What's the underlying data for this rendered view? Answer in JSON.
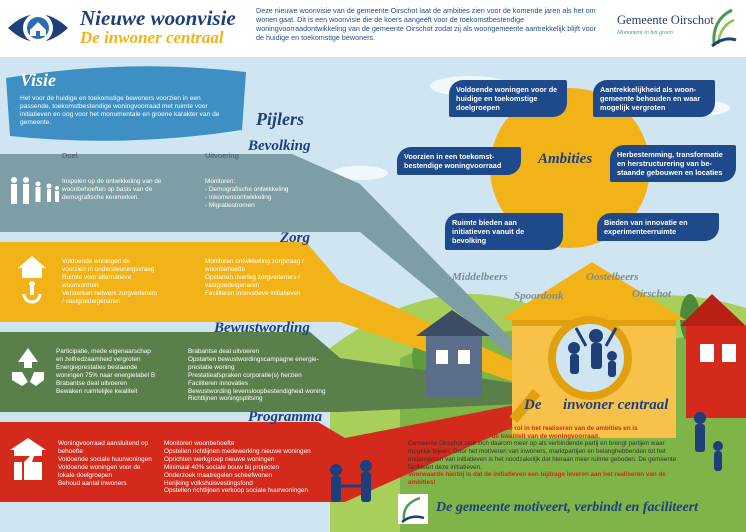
{
  "header": {
    "title_line1": "Nieuwe woonvisie",
    "title_line2": "De inwoner centraal",
    "intro": "Deze nieuwe woonvisie van de gemeente Oirschot laat de ambities zien voor de komende jaren als het om wonen gaat. Dit is een woonvisie die de koers aangeeft voor de toekomstbestendige woningvoorraadontwikkeling van de gemeente Oirschot zodat zij als woongemeente aantrekkelijk blijft voor de huidige en toekomstige bewoners.",
    "municipality": "Gemeente Oirschot",
    "municipality_tagline": "Monument in het groen"
  },
  "visie": {
    "title": "Visie",
    "text": "Het voor de huidige en toekomstige bewoners voorzien in een passende, toekomstbestendige woningvoorraad met ruimte voor initiatieven en oog voor het monumentale en groene karakter van de gemeente."
  },
  "pijlers_title": "Pijlers",
  "columns": {
    "doel": "Doel",
    "uitvoering": "Uitvoering"
  },
  "bands": [
    {
      "title": "Bevolking",
      "color": "#7c9ea4",
      "doel": "Inspelen op de ontwikkeling van de woonbehoeften op basis van de demografische kenmerken.",
      "uitvoering": [
        "Monitoren:",
        "- Demografische ontwikkeling",
        "- Inkomensontwikkeling",
        "- Migratiestromen"
      ]
    },
    {
      "title": "Zorg",
      "color": "#f2b318",
      "doel": [
        "Voldoende woningen de",
        "voorzien in ondersteuningsvraag",
        "Ruimte voor alternatieve",
        "woonvormen",
        "Versterken netwerk zorgverleners",
        "/ vastgoedeigenaren"
      ],
      "uitvoering": [
        "Monitoren ontwikkeling zorgvraag /",
        "woonbehoefte",
        "Opstarten overleg zorgverleners /",
        "vastgoedeigenaren",
        "Faciliteren innovatieve initiatieven"
      ]
    },
    {
      "title": "Bewustwording",
      "color": "#5a7f4b",
      "doel": [
        "Participatie, mede eigenaarschap",
        "en zelfredzaamheid vergroten",
        "Energieprestaties bestaande",
        "woningen 75% naar energielabel B",
        "Brabantse deal uitvoeren",
        "Bewaken ruimtelijke kwaliteit"
      ],
      "uitvoering": [
        "Brabantse deal uitvoeren",
        "Opstarten bewustwordingscampagne energie-",
        "prestatie woning",
        "Prestatieafspraken corporatie(s) herzien",
        "Faciliteren innovaties",
        "Bewustwording levensloopbestendigheid woning",
        "Richtlijnen woningsplitsing"
      ]
    },
    {
      "title": "Programma",
      "color": "#d42a1c",
      "doel": [
        "Woningvoorraad aansluitend op",
        "behoefte",
        "Voldoende sociale huurwoningen",
        "Voldoende woningen voor de",
        "lokale doelgroepen",
        "Behoud aantal inwoners"
      ],
      "uitvoering": [
        "Monitoren woonbehoefte",
        "Opstellen richtlijnen medewerking nieuwe woningen",
        "Oprichten werkgroep nieuwe woningen",
        "Minimaal 40% sociale bouw bij projecten",
        "Onderzoek maatregelen scheefwonen",
        "Herijking volkshuisvestingsfond",
        "Opstellen richtlijnen verkoop sociale huurwoningen"
      ]
    }
  ],
  "ambities": {
    "title": "Ambities",
    "items": [
      "Voldoende woningen voor de huidige en toekomstige doelgroepen",
      "Aantrekkelijkheid als woon-gemeente behouden en waar mogelijk vergroten",
      "Voorzien in een toekomst-bestendige woningvoorraad",
      "Herbestemming, transformatie en herstructurering van be-staande gebouwen en locaties",
      "Ruimte bieden aan initiatieven vanuit de bevolking",
      "Bieden van innovatie en experimenteerruimte"
    ]
  },
  "places": [
    "Middelbeers",
    "Oostelbeers",
    "Spoordonk",
    "Oirschot"
  ],
  "bewoner": {
    "title_before": "De",
    "title_after": "inwoner centraal",
    "lead": "De bevolking heeft een prominente rol in het realiseren van de ambities en is medeverantwoordelijk voor de kwaliteit van de woningvoorraad.",
    "body": "Gemeente Oirschot stelt zich daarom meer op als verbindende partij en brengt partijen waar mogelijk bijeen. Door het motiveren van inwoners, marktpartijen en belanghebbenden tot het ondernemen van initiatieven is het noodzakelijk dat hieraan meer ruimte geboden. De gemeente faciliteert deze initiatieven.",
    "closing": "Voorwaarde hierbij is dat de initiatieven een bijdrage leveren aan het realiseren van de ambities!"
  },
  "slogan": "De gemeente motiveert, verbindt en faciliteert",
  "colors": {
    "navy": "#1e3f7a",
    "gold": "#f2b318",
    "red": "#d42a1c",
    "green": "#5a7f4b",
    "slate": "#7c9ea4",
    "sky": "#cfe6f2"
  }
}
